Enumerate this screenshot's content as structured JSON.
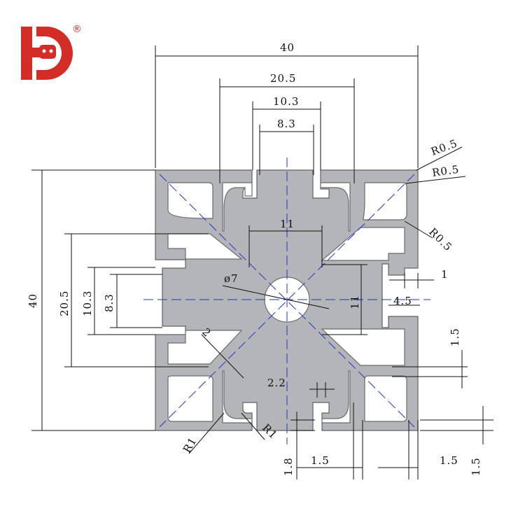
{
  "logo": {
    "letters": "HD",
    "registered_mark": "®",
    "brand_color": "#d42c26"
  },
  "colors": {
    "profile_fill": "#b3b5b8",
    "profile_edge": "#5f6165",
    "centerline": "#2233cc"
  },
  "dimensions": {
    "top_40": "40",
    "top_20_5": "20.5",
    "top_10_3": "10.3",
    "top_8_3": "8.3",
    "center_slot_11": "11",
    "left_40": "40",
    "left_20_5": "20.5",
    "left_10_3": "10.3",
    "left_8_3": "8.3",
    "right_11": "11",
    "bore_dia": "ø7",
    "wall_2": "2",
    "slot_2_2": "2.2",
    "lip_1": "1",
    "right_4_5": "4.5",
    "right_1_5": "1.5",
    "r0_5_a": "R0.5",
    "r0_5_b": "R0.5",
    "r0_5_c": "R0.5",
    "r1_a": "R1",
    "r1_b": "R1",
    "bottom_1_8": "1.8",
    "bottom_1_5_a": "1.5",
    "bottom_1_5_b": "1.5",
    "bottom_1_5_c": "1.5"
  }
}
